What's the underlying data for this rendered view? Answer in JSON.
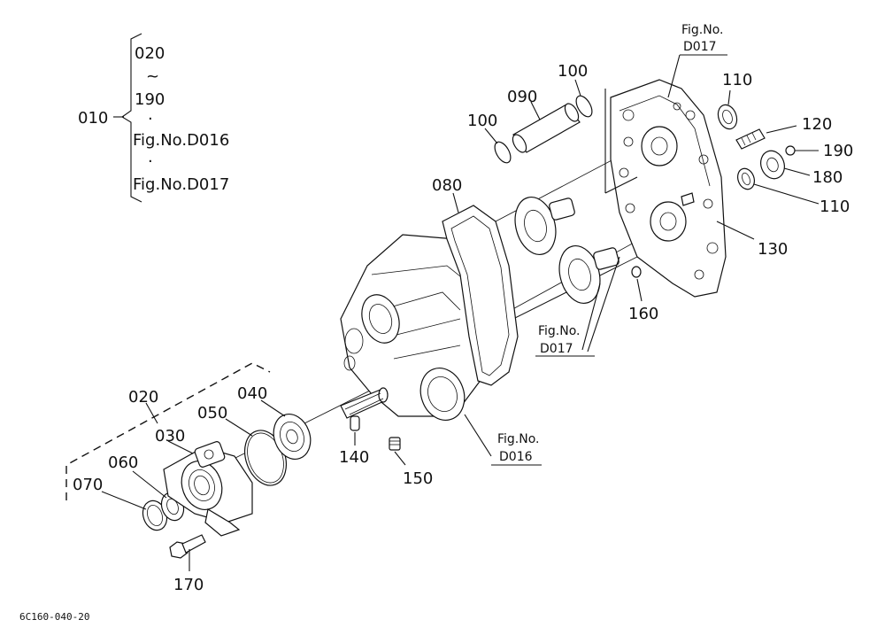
{
  "bracket": {
    "parent": "010",
    "line1": "020",
    "line2": "~",
    "line3": "190",
    "dot1": "·",
    "line4": "Fig.No.D016",
    "dot2": "·",
    "line5": "Fig.No.D017"
  },
  "parts": {
    "p020": "020",
    "p030": "030",
    "p040": "040",
    "p050": "050",
    "p060": "060",
    "p070": "070",
    "p080": "080",
    "p090": "090",
    "p100a": "100",
    "p100b": "100",
    "p110a": "110",
    "p110b": "110",
    "p120": "120",
    "p130": "130",
    "p140": "140",
    "p150": "150",
    "p160": "160",
    "p170": "170",
    "p180": "180",
    "p190": "190"
  },
  "refs": {
    "fig_top_1": "Fig.No.",
    "fig_top_2": "D017",
    "fig_mid_1": "Fig.No.",
    "fig_mid_2": "D017",
    "fig_low_1": "Fig.No.",
    "fig_low_2": "D016"
  },
  "footer": {
    "code": "6C160-040-20"
  }
}
